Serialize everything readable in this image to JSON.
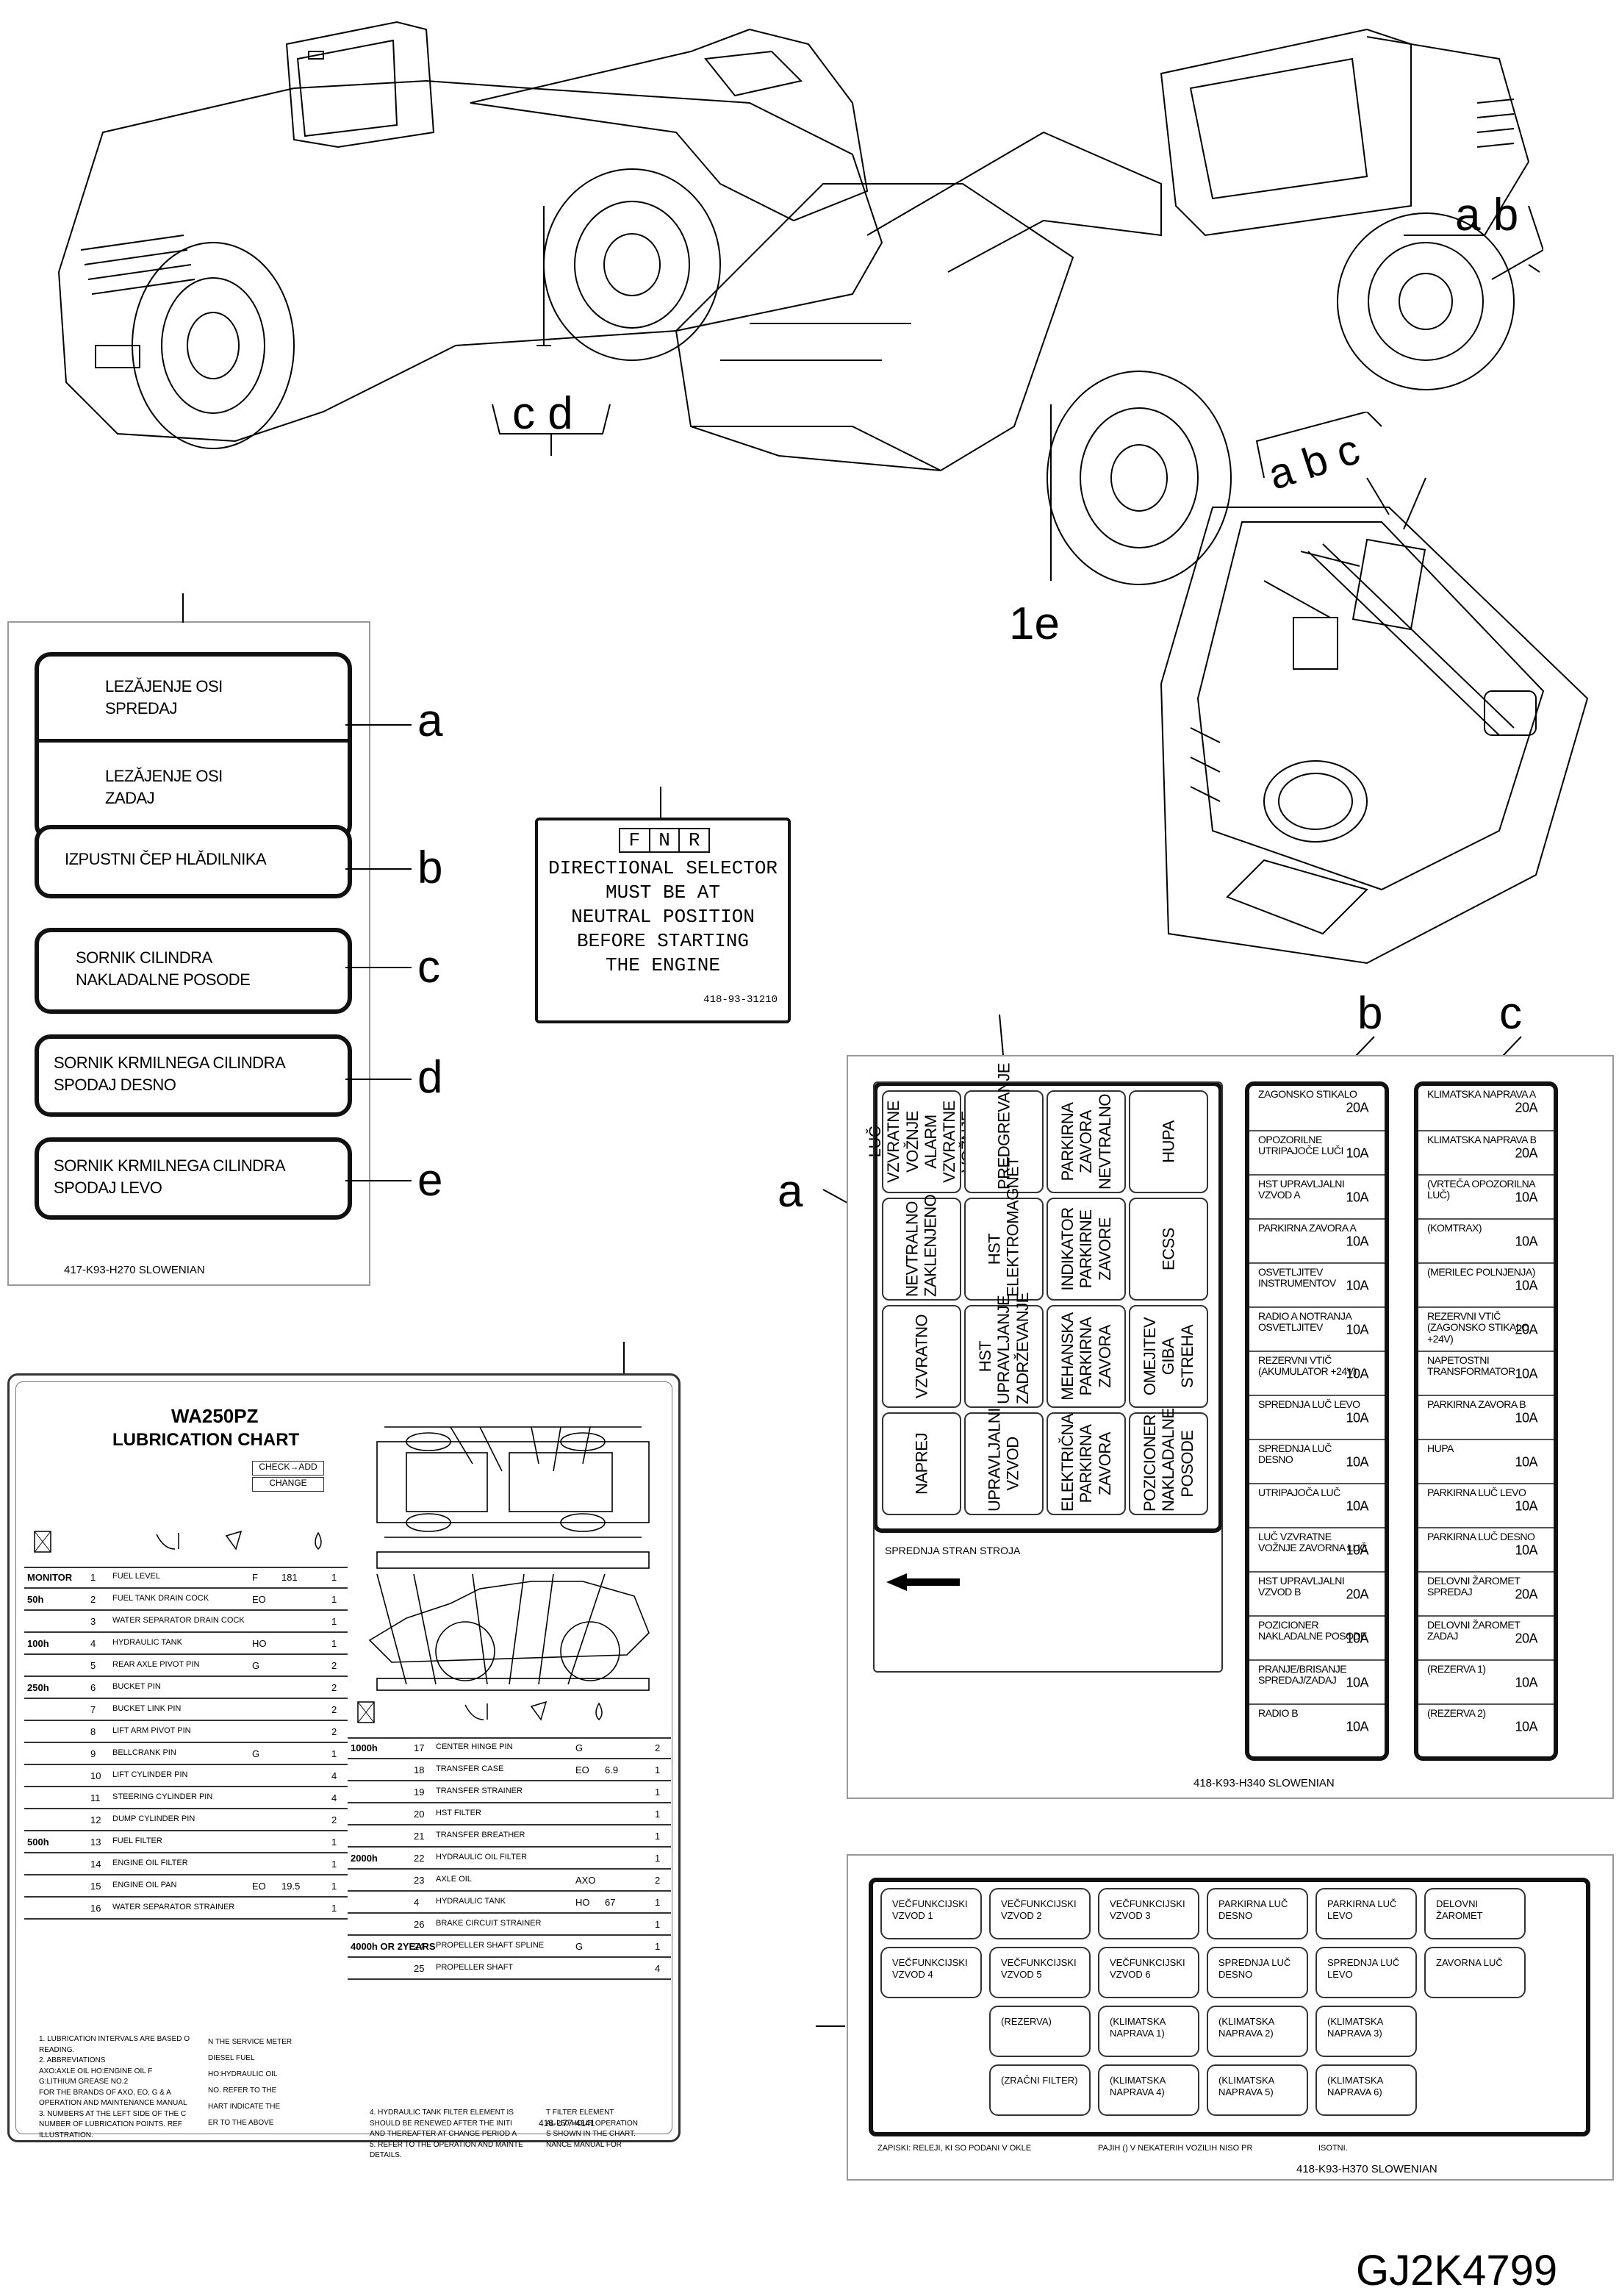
{
  "drawing_id": "GJ2K4799",
  "callouts": {
    "cd": "c d",
    "ab": "a b",
    "abc_top": "a b c",
    "e1": "1e",
    "a": "a",
    "b": "b",
    "c": "c",
    "d": "d",
    "e": "e"
  },
  "slovenian_labels": {
    "a_line1": "LEZǍJENJE OSI",
    "a_line2": "SPREDAJ",
    "a_line3": "LEZǍJENJE OSI",
    "a_line4": "ZADAJ",
    "b": "IZPUSTNI ČEP HLǍDILNIKA",
    "c_line1": "SORNIK CILINDRA",
    "c_line2": "NAKLADALNE POSODE",
    "d_line1": "SORNIK KRMILNEGA CILINDRA",
    "d_line2": "SPODAJ DESNO",
    "e_line1": "SORNIK KRMILNEGA CILINDRA",
    "e_line2": "SPODAJ LEVO",
    "part_no": "417-K93-H270  SLOWENIAN"
  },
  "fnr": {
    "letters": [
      "F",
      "N",
      "R"
    ],
    "lines": [
      "DIRECTIONAL SELECTOR",
      "MUST BE AT",
      "NEUTRAL POSITION",
      "BEFORE STARTING",
      "THE ENGINE"
    ],
    "part_no": "418-93-31210"
  },
  "fuse_panel": {
    "grid": [
      [
        "LUČ VZVRATNE VOŽNJE ALARM VZVRATNE VOŽNJE",
        "PREDGREVANJE",
        "PARKIRNA ZAVORA NEVTRALNO",
        "HUPA"
      ],
      [
        "NEVTRALNO ZAKLENJENO",
        "HST ELEKTROMAGNET",
        "INDIKATOR PARKIRNE ZAVORE",
        "ECSS"
      ],
      [
        "VZVRATNO",
        "HST UPRAVLJANJE ZADRŽEVANJE",
        "MEHANSKA PARKIRNA ZAVORA",
        "OMEJITEV GIBA STREHA"
      ],
      [
        "NAPREJ",
        "UPRAVLJALNI VZVOD",
        "ELEKTRIČNA PARKIRNA ZAVORA",
        "POZICIONER NAKLADALNE POSODE"
      ]
    ],
    "front_side": "SPREDNJA STRAN STROJA",
    "col_b": [
      [
        "ZAGONSKO STIKALO",
        "20A"
      ],
      [
        "OPOZORILNE UTRIPAJOČE LUČI",
        "10A"
      ],
      [
        "HST UPRAVLJALNI VZVOD A",
        "10A"
      ],
      [
        "PARKIRNA ZAVORA A",
        "10A"
      ],
      [
        "OSVETLJITEV INSTRUMENTOV",
        "10A"
      ],
      [
        "RADIO A NOTRANJA OSVETLJITEV",
        "10A"
      ],
      [
        "REZERVNI VTIČ (AKUMULATOR +24V)",
        "10A"
      ],
      [
        "SPREDNJA LUČ LEVO",
        "10A"
      ],
      [
        "SPREDNJA LUČ DESNO",
        "10A"
      ],
      [
        "UTRIPAJOČA LUČ",
        "10A"
      ],
      [
        "LUČ VZVRATNE VOŽNJE ZAVORNA LUČ",
        "10A"
      ],
      [
        "HST UPRAVLJALNI VZVOD B",
        "20A"
      ],
      [
        "POZICIONER NAKLADALNE POSODE",
        "10A"
      ],
      [
        "PRANJE/BRISANJE SPREDAJ/ZADAJ",
        "10A"
      ],
      [
        "RADIO B",
        "10A"
      ]
    ],
    "col_c": [
      [
        "KLIMATSKA NAPRAVA A",
        "20A"
      ],
      [
        "KLIMATSKA NAPRAVA B",
        "20A"
      ],
      [
        "(VRTEČA OPOZORILNA LUČ)",
        "10A"
      ],
      [
        "(KOMTRAX)",
        "10A"
      ],
      [
        "(MERILEC POLNJENJA)",
        "10A"
      ],
      [
        "REZERVNI VTIČ (ZAGONSKO STIKALO +24V)",
        "20A"
      ],
      [
        "NAPETOSTNI TRANSFORMATOR",
        "10A"
      ],
      [
        "PARKIRNA ZAVORA B",
        "10A"
      ],
      [
        "HUPA",
        "10A"
      ],
      [
        "PARKIRNA LUČ LEVO",
        "10A"
      ],
      [
        "PARKIRNA LUČ DESNO",
        "10A"
      ],
      [
        "DELOVNI ŽAROMET SPREDAJ",
        "20A"
      ],
      [
        "DELOVNI ŽAROMET ZADAJ",
        "20A"
      ],
      [
        "(REZERVA 1)",
        "10A"
      ],
      [
        "(REZERVA 2)",
        "10A"
      ]
    ],
    "part_no": "418-K93-H340   SLOWENIAN"
  },
  "relay_panel": {
    "row1": [
      "VEČFUNKCIJSKI VZVOD 1",
      "VEČFUNKCIJSKI VZVOD 2",
      "VEČFUNKCIJSKI VZVOD 3",
      "PARKIRNA LUČ DESNO",
      "PARKIRNA LUČ LEVO",
      "DELOVNI ŽAROMET"
    ],
    "row2": [
      "VEČFUNKCIJSKI VZVOD 4",
      "VEČFUNKCIJSKI VZVOD 5",
      "VEČFUNKCIJSKI VZVOD 6",
      "SPREDNJA LUČ DESNO",
      "SPREDNJA LUČ LEVO",
      "ZAVORNA LUČ"
    ],
    "row3": [
      "(REZERVA)",
      "(KLIMATSKA NAPRAVA 1)",
      "(KLIMATSKA NAPRAVA 2)",
      "(KLIMATSKA NAPRAVA 3)"
    ],
    "row4": [
      "(ZRAČNI FILTER)",
      "(KLIMATSKA NAPRAVA 4)",
      "(KLIMATSKA NAPRAVA 5)",
      "(KLIMATSKA NAPRAVA 6)"
    ],
    "note": "ZAPISKI: RELEJI, KI SO PODANI V OKLE",
    "note2": "PAJIH () V NEKATERIH VOZILIH NISO PR",
    "note3": "ISOTNI.",
    "part_no": "418-K93-H370   SLOWENIAN"
  },
  "lube_chart": {
    "title1": "WA250PZ",
    "title2": "LUBRICATION CHART",
    "check_add": "CHECK→ADD",
    "change": "CHANGE",
    "rows_left": [
      [
        "MONITOR",
        "1",
        "FUEL LEVEL",
        "F",
        "181",
        "1"
      ],
      [
        "50h",
        "2",
        "FUEL TANK DRAIN COCK",
        "EO",
        "",
        "1"
      ],
      [
        "",
        "3",
        "WATER SEPARATOR DRAIN COCK",
        "",
        "",
        "1"
      ],
      [
        "100h",
        "4",
        "HYDRAULIC TANK",
        "HO",
        "",
        "1"
      ],
      [
        "",
        "5",
        "REAR AXLE PIVOT PIN",
        "G",
        "",
        "2"
      ],
      [
        "250h",
        "6",
        "BUCKET PIN",
        "",
        "",
        "2"
      ],
      [
        "",
        "7",
        "BUCKET LINK PIN",
        "",
        "",
        "2"
      ],
      [
        "",
        "8",
        "LIFT ARM PIVOT PIN",
        "",
        "",
        "2"
      ],
      [
        "",
        "9",
        "BELLCRANK PIN",
        "G",
        "",
        "1"
      ],
      [
        "",
        "10",
        "LIFT CYLINDER PIN",
        "",
        "",
        "4"
      ],
      [
        "",
        "11",
        "STEERING CYLINDER PIN",
        "",
        "",
        "4"
      ],
      [
        "",
        "12",
        "DUMP CYLINDER PIN",
        "",
        "",
        "2"
      ],
      [
        "500h",
        "13",
        "FUEL FILTER",
        "",
        "",
        "1"
      ],
      [
        "",
        "14",
        "ENGINE OIL FILTER",
        "",
        "",
        "1"
      ],
      [
        "",
        "15",
        "ENGINE OIL PAN",
        "EO",
        "19.5",
        "1"
      ],
      [
        "",
        "16",
        "WATER SEPARATOR STRAINER",
        "",
        "",
        "1"
      ]
    ],
    "rows_right": [
      [
        "1000h",
        "17",
        "CENTER HINGE PIN",
        "G",
        "",
        "2"
      ],
      [
        "",
        "18",
        "TRANSFER CASE",
        "EO",
        "6.9",
        "1"
      ],
      [
        "",
        "19",
        "TRANSFER STRAINER",
        "",
        "",
        "1"
      ],
      [
        "",
        "20",
        "HST FILTER",
        "",
        "",
        "1"
      ],
      [
        "",
        "21",
        "TRANSFER BREATHER",
        "",
        "",
        "1"
      ],
      [
        "2000h",
        "22",
        "HYDRAULIC OIL FILTER",
        "",
        "",
        "1"
      ],
      [
        "",
        "23",
        "AXLE OIL",
        "AXO",
        "",
        "2"
      ],
      [
        "",
        "4",
        "HYDRAULIC TANK",
        "HO",
        "67",
        "1"
      ],
      [
        "",
        "26",
        "BRAKE CIRCUIT STRAINER",
        "",
        "",
        "1"
      ],
      [
        "4000h OR 2YEARS",
        "24",
        "PROPELLER SHAFT SPLINE",
        "G",
        "",
        "1"
      ],
      [
        "",
        "25",
        "PROPELLER SHAFT",
        "",
        "",
        "4"
      ]
    ],
    "notes": [
      "1. LUBRICATION INTERVALS ARE BASED O",
      "READING.",
      "2. ABBREVIATIONS",
      "AXO:AXLE OIL   HO:ENGINE OIL  F",
      "G:LITHIUM GREASE NO.2",
      "FOR THE BRANDS OF AXO, EO, G & A",
      "OPERATION AND MAINTENANCE MANUAL",
      "3. NUMBERS AT THE LEFT SIDE OF THE C",
      "NUMBER OF LUBRICATION POINTS. REF",
      "ILLUSTRATION."
    ],
    "notes_mid": [
      "N THE SERVICE METER",
      "DIESEL FUEL",
      "HO:HYDRAULIC OIL",
      "NO. REFER TO THE",
      "HART INDICATE THE",
      "ER TO THE ABOVE"
    ],
    "notes_right": [
      "4. HYDRAULIC TANK FILTER ELEMENT IS",
      "SHOULD BE RENEWED AFTER THE INITI",
      "AND THEREAFTER AT CHANGE PERIOD A",
      "5. REFER TO THE OPERATION AND MAINTE",
      "DETAILS."
    ],
    "notes_far": [
      "T FILTER ELEMENT",
      "AL 250-HOUR OPERATION",
      "S SHOWN IN THE CHART.",
      "NANCE MANUAL FOR"
    ],
    "part_no": "418-U77-4141"
  }
}
